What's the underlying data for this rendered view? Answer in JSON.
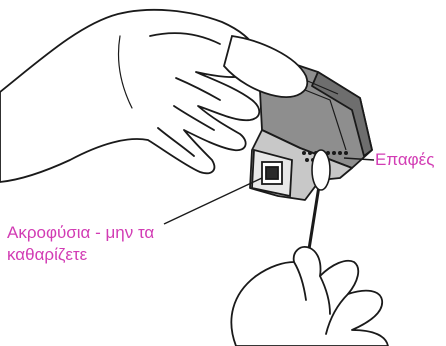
{
  "labels": {
    "contacts": "Επαφές",
    "nozzles_line1": "Ακροφύσια - μην τα",
    "nozzles_line2": "καθαρίζετε"
  },
  "colors": {
    "label_text": "#d23cb4",
    "outline": "#1a1a1a",
    "cartridge_dark": "#8a8a8a",
    "cartridge_light": "#d9d9d9",
    "skin": "#ffffff"
  }
}
